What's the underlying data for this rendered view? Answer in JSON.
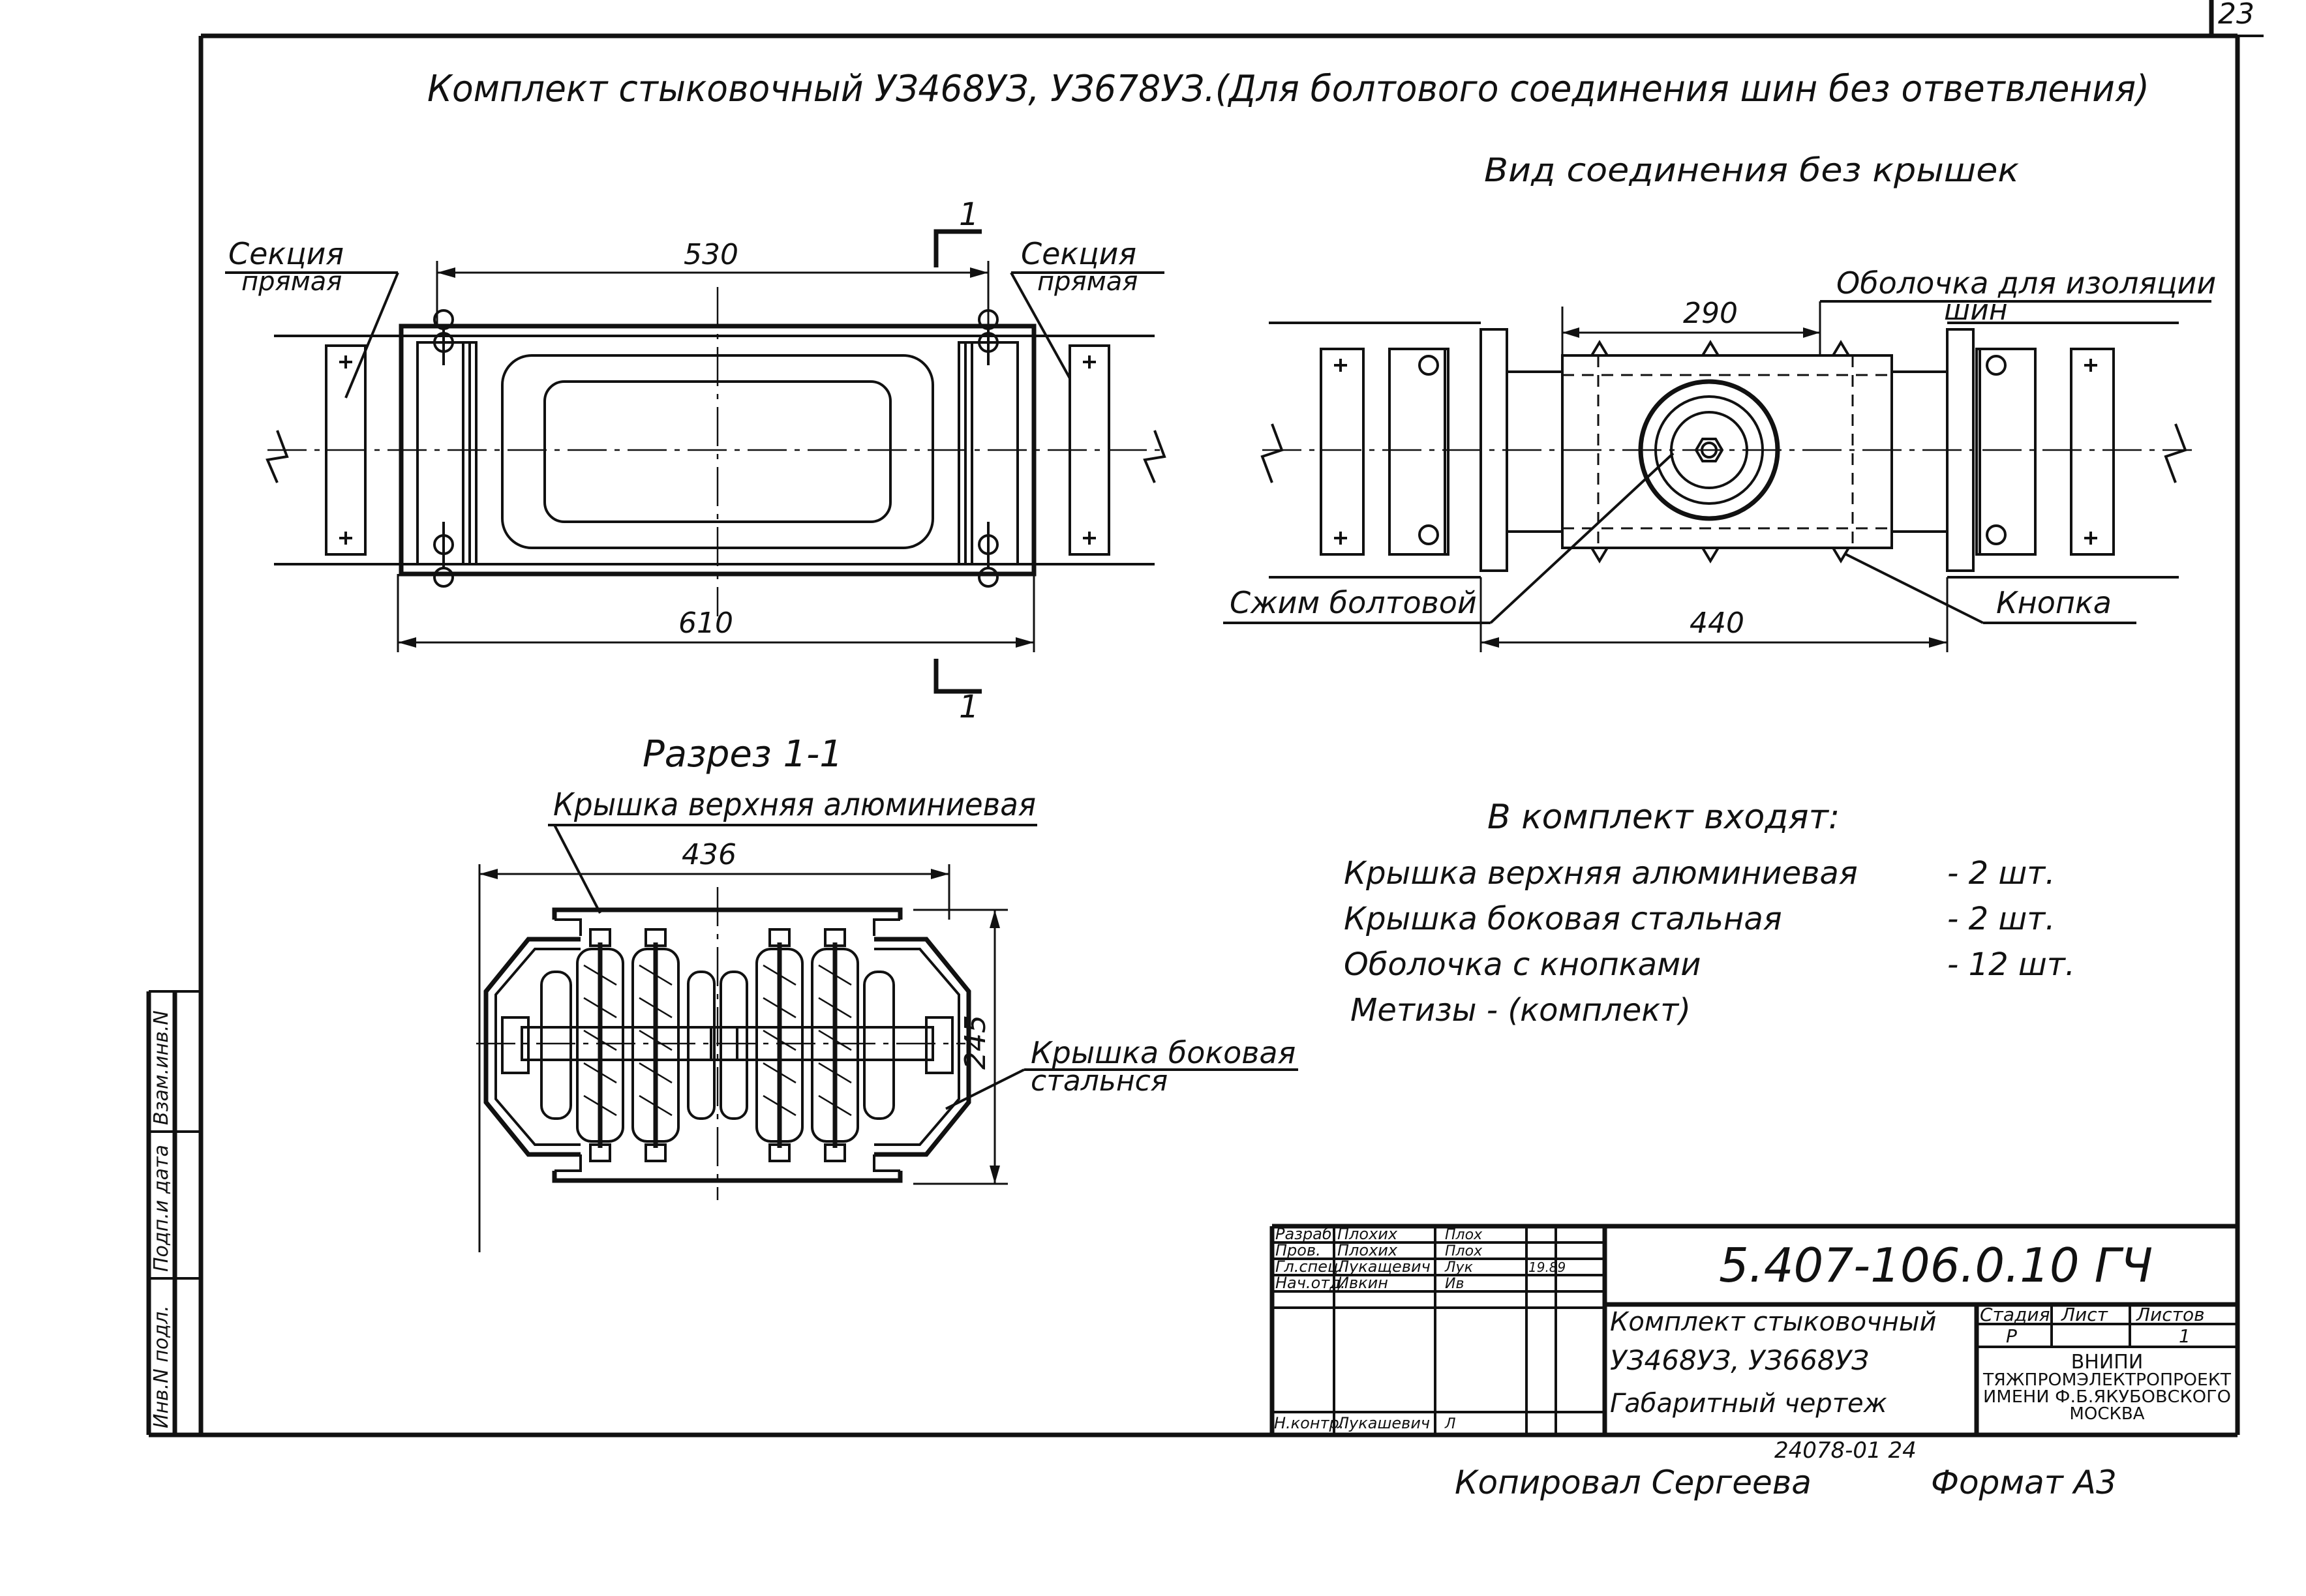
{
  "sheet_number": "23",
  "title": "Комплект стыковочный УЗ468УЗ, УЗ678УЗ.(Для болтового соединения шин без ответвления)",
  "view_no_covers": "Вид соединения без крышек",
  "plan_view": {
    "section_left_line1": "Секция",
    "section_left_line2": "прямая",
    "section_right_line1": "Секция",
    "section_right_line2": "прямая",
    "dim_top": "530",
    "dim_bottom": "610",
    "cut_label_top": "1",
    "cut_label_bottom": "1"
  },
  "side_view": {
    "shell_label_line1": "Оболочка для изоляции",
    "shell_label_line2": "шин",
    "dim_top": "290",
    "dim_bottom": "440",
    "clamp_label": "Сжим болтовой",
    "button_label": "Кнопка"
  },
  "section": {
    "title": "Разрез 1-1",
    "top_cover_label": "Крышка верхняя алюминиевая",
    "dim_width": "436",
    "dim_height": "245",
    "side_cover_line1": "Крышка боковая",
    "side_cover_line2": "стальнся"
  },
  "kit": {
    "heading": "В комплект входят:",
    "items": [
      {
        "name": "Крышка верхняя алюминиевая",
        "qty": "- 2 шт."
      },
      {
        "name": "Крышка боковая стальная",
        "qty": "- 2 шт."
      },
      {
        "name": "Оболочка с кнопками",
        "qty": "- 12 шт."
      },
      {
        "name": "Метизы - (комплект)",
        "qty": ""
      }
    ]
  },
  "side_stamp": {
    "inv_podl": "Инв.N подл.",
    "podp_data": "Подп.и дата",
    "vzam_inv": "Взам.инв.N"
  },
  "title_block": {
    "doc_code": "5.407-106.0.10 ГЧ",
    "rows": [
      {
        "role": "Разраб.",
        "name": "Плохих",
        "sign": "Плох",
        "date": ""
      },
      {
        "role": "Пров.",
        "name": "Плохих",
        "sign": "Плох",
        "date": ""
      },
      {
        "role": "Гл.спец.",
        "name": "Лукащевич",
        "sign": "Лук",
        "date": "19.89"
      },
      {
        "role": "Нач.отд.",
        "name": "Ивкин",
        "sign": "Ив",
        "date": ""
      },
      {
        "role": "Н.контр.",
        "name": "Лукашевич",
        "sign": "Л",
        "date": ""
      }
    ],
    "desc_line1": "Комплект стыковочный",
    "desc_line2": "УЗ468УЗ, УЗ668УЗ",
    "desc_line3": "Габаритный чертеж",
    "stage_label": "Стадия",
    "stage_value": "Р",
    "sheet_label": "Лист",
    "sheet_value": "",
    "sheets_label": "Листов",
    "sheets_value": "1",
    "org_line1": "ВНИПИ",
    "org_line2": "ТЯЖПРОМЭЛЕКТРОПРОЕКТ",
    "org_line3": "ИМЕНИ Ф.Б.ЯКУБОВСКОГО",
    "org_line4": "МОСКВА"
  },
  "archive_number": "24078-01 24",
  "copied_by": "Копировал Сергеева",
  "format": "Формат А3"
}
